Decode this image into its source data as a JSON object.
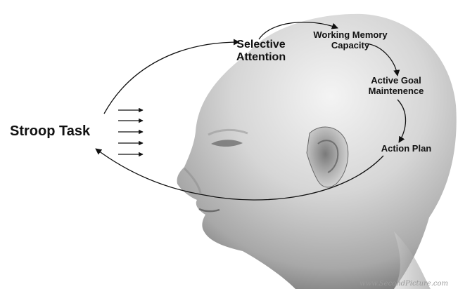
{
  "nodes": {
    "stroop_task": "Stroop Task",
    "selective_attention": [
      "Selective",
      "Attention"
    ],
    "working_memory": [
      "Working Memory",
      "Capacity"
    ],
    "active_goal": [
      "Active Goal",
      "Maintenence"
    ],
    "action_plan": "Action Plan"
  },
  "watermark": "www.SecondPicture.com",
  "colors": {
    "skin_light": "#f2f2f2",
    "skin_mid": "#bdbdbd",
    "skin_dark": "#6e6e6e",
    "arrow": "#111111",
    "watermark": "#9a9a9a"
  },
  "icons": {
    "head": "head-illustration",
    "stimulus_arrows": "arrow-right-icon",
    "flow_arrows": "curved-arrow-icon"
  }
}
